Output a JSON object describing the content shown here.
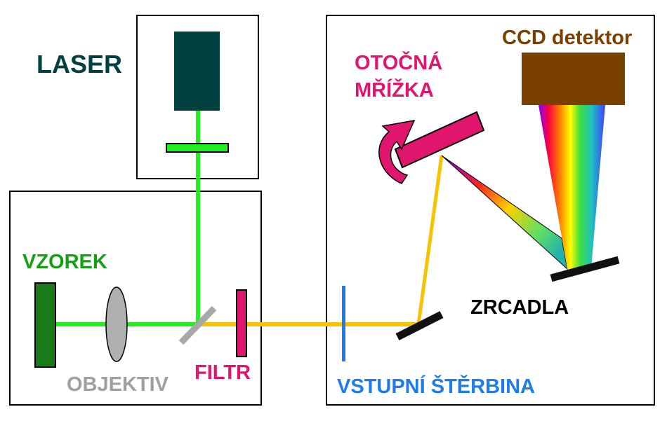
{
  "labels": {
    "laser": "LASER",
    "vzorek": "VZOREK",
    "objektiv": "OBJEKTIV",
    "filtr": "FILTR",
    "otocna_line1": "OTOČNÁ",
    "otocna_line2": "MŘÍŽKA",
    "ccd": "CCD detektor",
    "zrcadla": "ZRCADLA",
    "vstupni": "VSTUPNÍ ŠTĚRBINA"
  },
  "colors": {
    "laser_body": "#004040",
    "laser_beam": "#22ee22",
    "raman_beam": "#f5c400",
    "sample": "#1a7a1a",
    "lens": "#b0b0b0",
    "filter": "#e0156e",
    "grating": "#e0156e",
    "slit": "#1e7be8",
    "ccd": "#7a4000",
    "mirror": "#111111",
    "label_laser": "#004040",
    "label_vzorek": "#13a013",
    "label_objektiv": "#a0a0a0",
    "label_filtr": "#e0156e",
    "label_otocna": "#e0156e",
    "label_ccd": "#7a4000",
    "label_zrcadla": "#000000",
    "label_vstupni": "#1e7be8"
  },
  "icons": {
    "rotation": "rotation-arrow-icon"
  }
}
